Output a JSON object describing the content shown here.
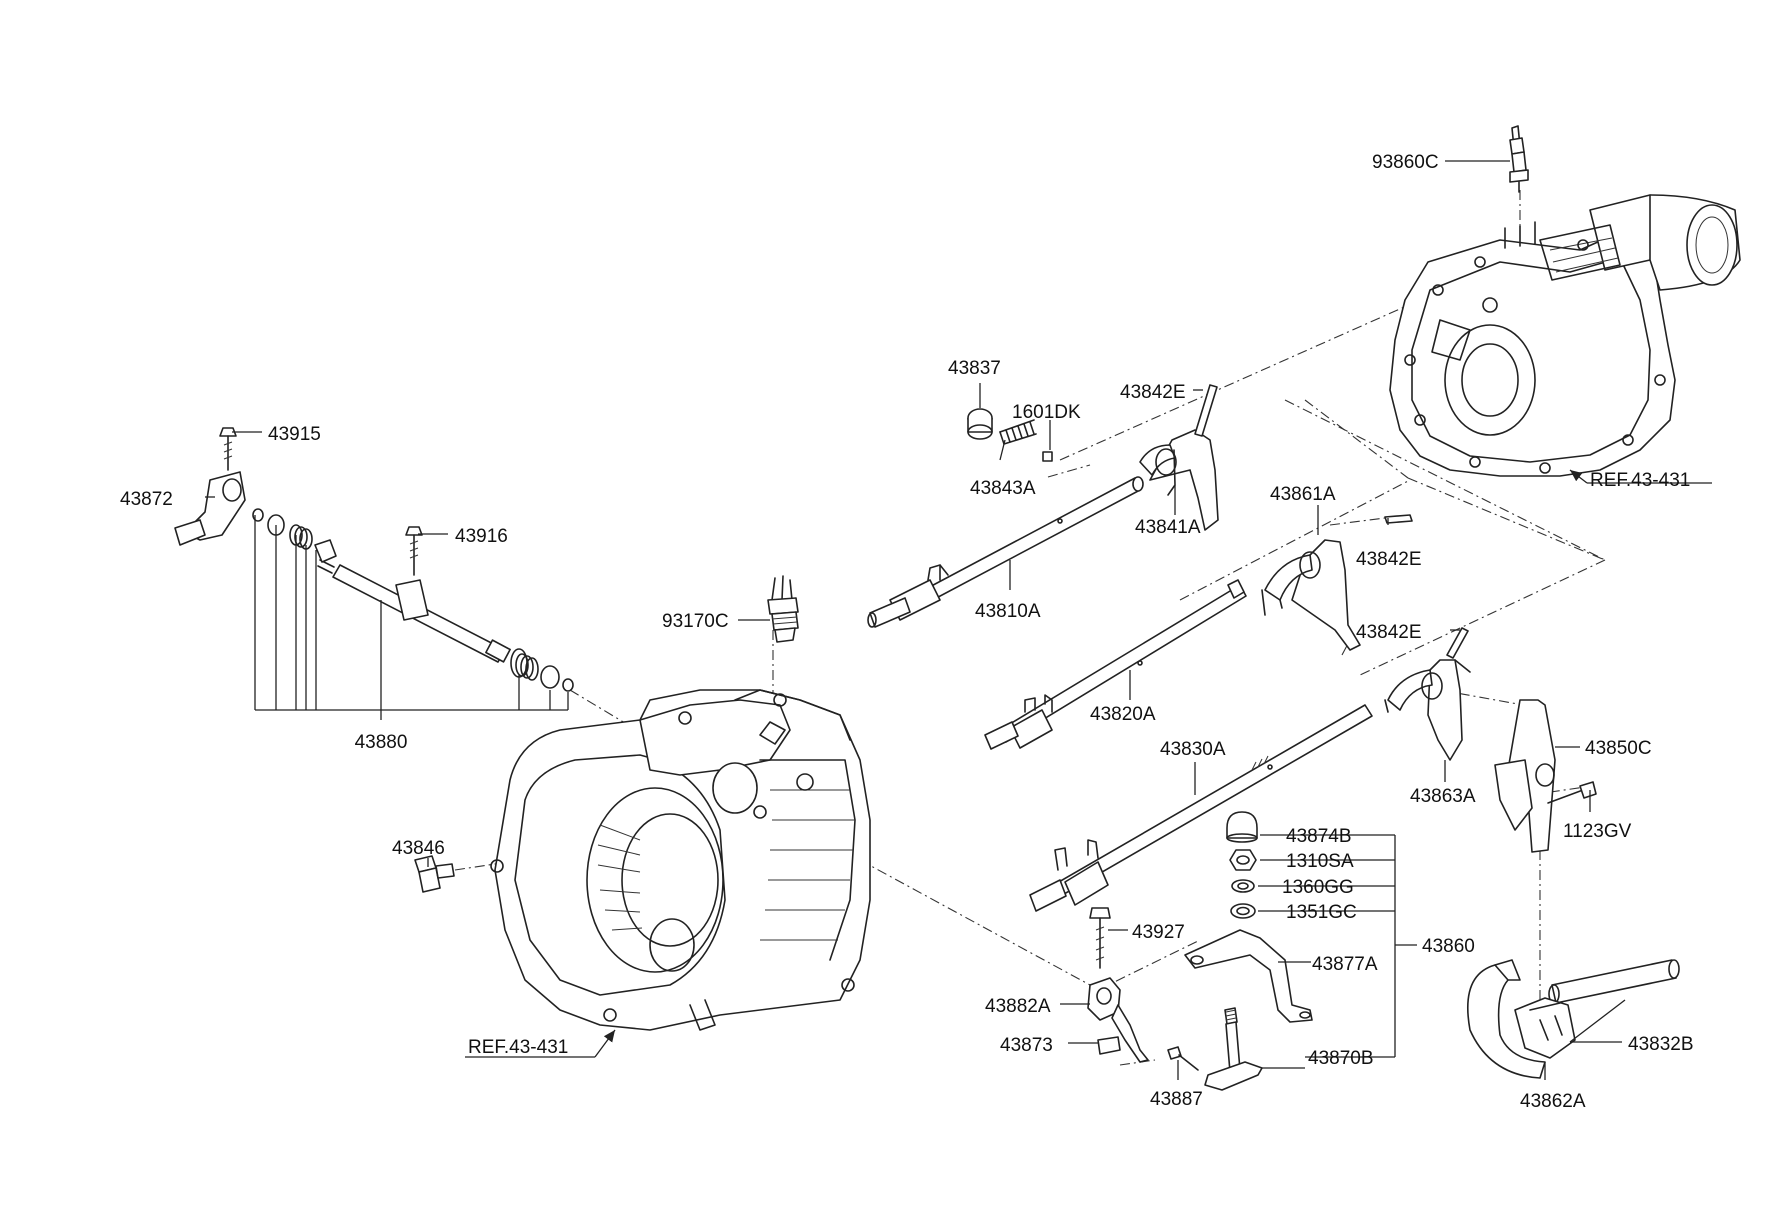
{
  "labels": {
    "p93860C": "93860C",
    "p43837": "43837",
    "p1601DK": "1601DK",
    "p43842E_1": "43842E",
    "p43843A": "43843A",
    "p43841A": "43841A",
    "p43861A": "43861A",
    "p43842E_2": "43842E",
    "ref_rear": "REF.43-431",
    "p43915": "43915",
    "p43872": "43872",
    "p43916": "43916",
    "p43810A": "43810A",
    "p93170C": "93170C",
    "p43842E_3": "43842E",
    "p43820A": "43820A",
    "p43880": "43880",
    "p43830A": "43830A",
    "p43850C": "43850C",
    "p43863A": "43863A",
    "p1123GV": "1123GV",
    "p43846": "43846",
    "p43874B": "43874B",
    "p1310SA": "1310SA",
    "p1360GG": "1360GG",
    "p1351GC": "1351GC",
    "p43927": "43927",
    "p43860": "43860",
    "p43877A": "43877A",
    "p43882A": "43882A",
    "p43873": "43873",
    "p43870B": "43870B",
    "p43832B": "43832B",
    "p43887": "43887",
    "p43862A": "43862A",
    "ref_front": "REF.43-431"
  }
}
